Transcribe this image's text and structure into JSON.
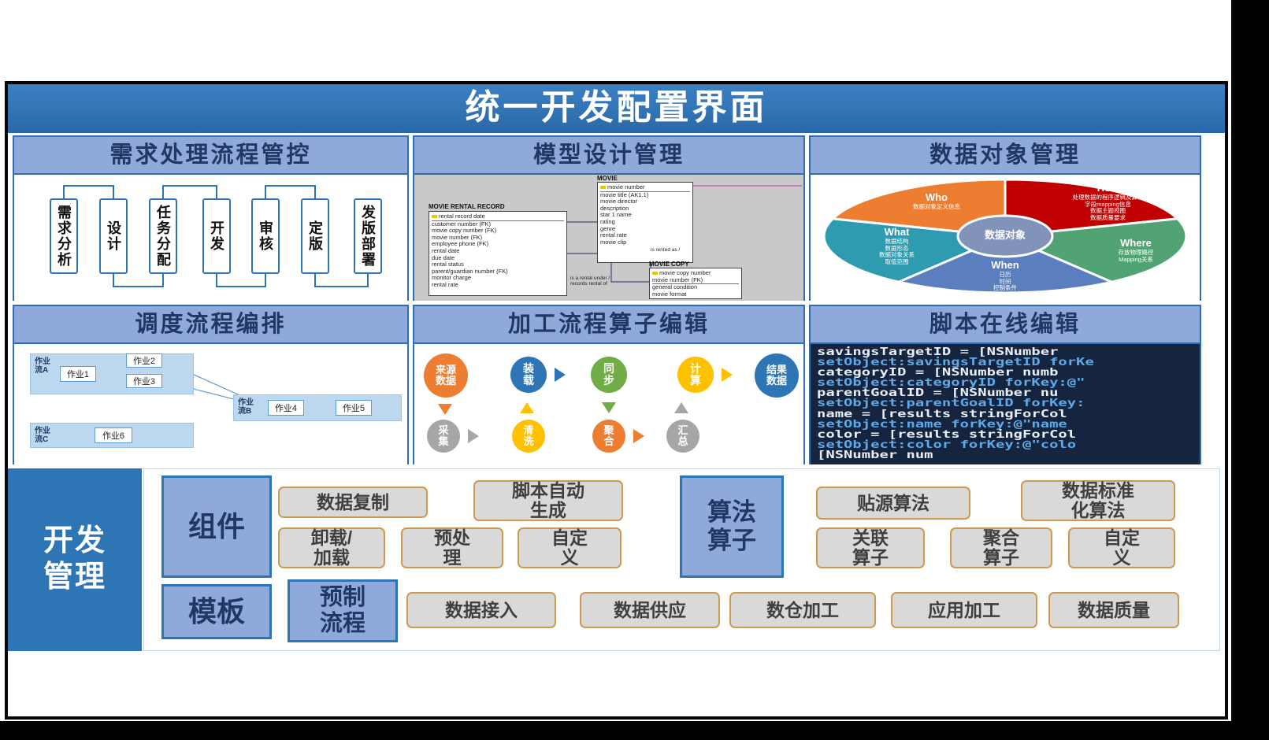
{
  "page": {
    "title": "统一开发配置界面"
  },
  "colors": {
    "header_blue": "#2E75B6",
    "panel_header_blue": "#8FA9DB",
    "panel_title_text": "#1F3864",
    "chip_fill": "#D9D9D9",
    "chip_border": "#CF9A4F"
  },
  "panels": {
    "requirement": {
      "title": "需求处理流程管控",
      "steps": [
        {
          "label": "需求分析"
        },
        {
          "label": "设计"
        },
        {
          "label": "任务分配"
        },
        {
          "label": "开发"
        },
        {
          "label": "审核"
        },
        {
          "label": "定版"
        },
        {
          "label": "发版部署"
        }
      ]
    },
    "model": {
      "title": "模型设计管理",
      "tables": [
        {
          "name": "MOVIE RENTAL RECORD",
          "fields": [
            "rental record date",
            "customer number (FK)",
            "movie copy number (FK)",
            "movie number (FK)",
            "employee phone (FK)",
            "rental date",
            "due date",
            "rental status",
            "parent/guardian number (FK)",
            "monitor charge",
            "rental rate"
          ]
        },
        {
          "name": "MOVIE",
          "fields": [
            "movie number",
            "movie title (AK1.1)",
            "movie director",
            "description",
            "star 1 name",
            "rating",
            "genre",
            "rental rate",
            "movie clip"
          ]
        },
        {
          "name": "MOVIE COPY",
          "fields": [
            "movie copy number",
            "movie number (FK)",
            "general condition",
            "movie format"
          ]
        }
      ],
      "relations": [
        "is rented as /",
        "is a rental under /\nrecords rental of"
      ]
    },
    "dataobject": {
      "title": "数据对象管理",
      "center": "数据对象",
      "slices": [
        {
          "name": "Who",
          "desc": "数据对象定义信息",
          "color": "#ED7D31"
        },
        {
          "name": "How",
          "desc": "处理数据的程序逻辑及算法\n字段mapping信息\n数据主题视图\n数据质量要求",
          "color": "#C00000"
        },
        {
          "name": "Where",
          "desc": "存放物理路径\nMapping关系",
          "color": "#52A373"
        },
        {
          "name": "When",
          "desc": "日历\n时间\n控制条件",
          "color": "#5B7FBE"
        },
        {
          "name": "What",
          "desc": "数据结构\n数据形态\n数据对象关系\n取值范围",
          "color": "#2E9BB0"
        }
      ]
    },
    "schedule": {
      "title": "调度流程编排",
      "flows": [
        {
          "label": "作业流A",
          "jobs": [
            "作业1",
            "作业2",
            "作业3"
          ]
        },
        {
          "label": "作业流B",
          "jobs": [
            "作业4",
            "作业5"
          ]
        },
        {
          "label": "作业流C",
          "jobs": [
            "作业6"
          ]
        }
      ]
    },
    "operator": {
      "title": "加工流程算子编辑",
      "top_nodes": [
        "来源\n数据",
        "装\n载",
        "同\n步",
        "计\n算",
        "结果\n数据"
      ],
      "bottom_nodes": [
        "采\n集",
        "清\n洗",
        "聚\n合",
        "汇\n总"
      ]
    },
    "script": {
      "title": "脚本在线编辑",
      "code_lines": [
        " savingsTargetID = [NSNumber",
        "setObject:savingsTargetID forKe",
        " categoryID  = [NSNumber numb",
        "setObject:categoryID forKey:@\"",
        " parentGoalID = [NSNumber nu",
        "setObject:parentGoalID forKey:",
        " name = [results stringForCol",
        "setObject:name forKey:@\"name",
        " color = [results stringForCol",
        "setObject:color forKey:@\"colo",
        "    [NSNumber num"
      ]
    }
  },
  "dev": {
    "label": "开发\n管理",
    "component": {
      "label": "组件",
      "buttons": [
        "数据复制",
        "脚本自动\n生成",
        "卸载/\n加载",
        "预处\n理",
        "自定\n义"
      ]
    },
    "algorithm": {
      "label": "算法\n算子",
      "buttons": [
        "贴源算法",
        "数据标准\n化算法",
        "关联\n算子",
        "聚合\n算子",
        "自定\n义"
      ]
    },
    "template": {
      "label": "模板",
      "preset": "预制\n流程",
      "buttons": [
        "数据接入",
        "数据供应",
        "数仓加工",
        "应用加工",
        "数据质量"
      ]
    }
  }
}
